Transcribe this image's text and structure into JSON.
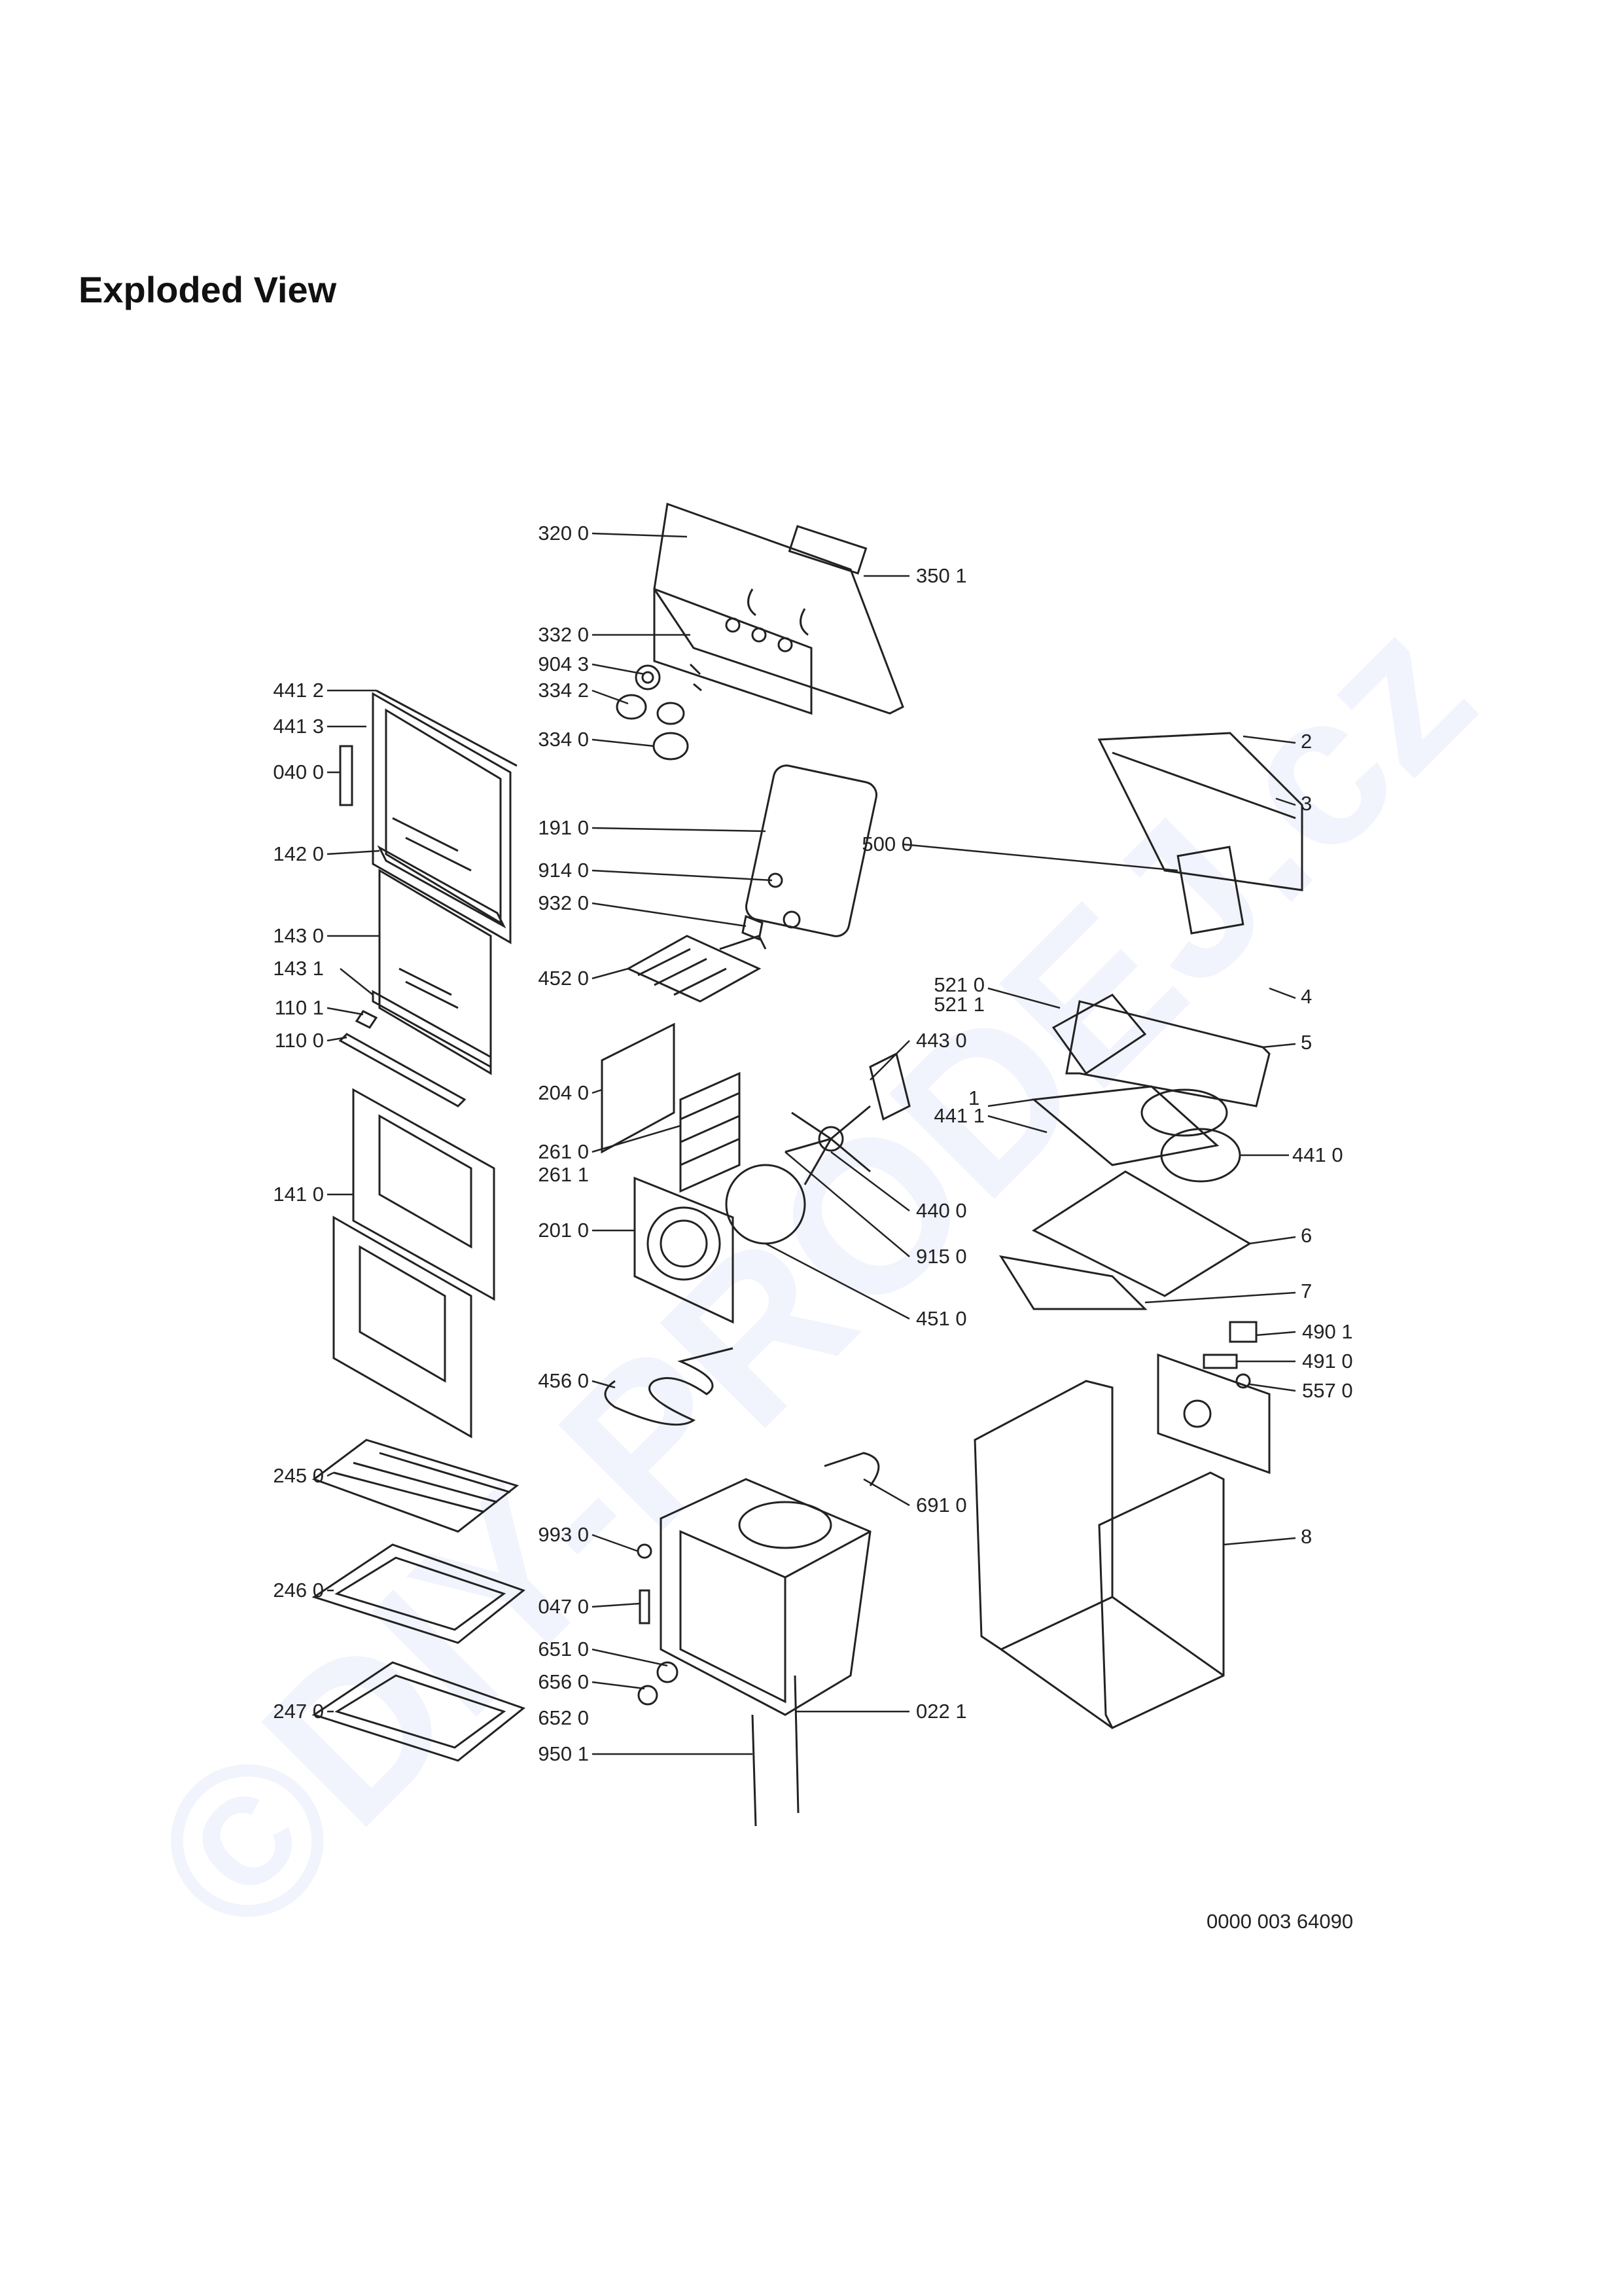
{
  "title": "Exploded View",
  "document_number": "0000 003 64090",
  "watermark": "©DIY-PRODEJ.cz",
  "colors": {
    "line": "#222222",
    "watermark": "#3c50e6"
  },
  "left_labels": [
    "441 2",
    "441 3",
    "040 0",
    "142 0",
    "143 0",
    "143 1",
    "110 1",
    "110 0",
    "141 0",
    "245 0",
    "246 0",
    "247 0"
  ],
  "center_labels": [
    "320 0",
    "332 0",
    "904 3",
    "334 2",
    "334 0",
    "191 0",
    "914 0",
    "932 0",
    "452 0",
    "204 0",
    "261 0",
    "261 1",
    "201 0",
    "456 0",
    "993 0",
    "047 0",
    "651 0",
    "656 0",
    "652 0",
    "950 1"
  ],
  "right_labels": [
    "350 1",
    "500 0",
    "521 0",
    "521 1",
    "443 0",
    "441 1",
    "440 0",
    "915 0",
    "451 0",
    "691 0",
    "022 1",
    "441 0",
    "490 1",
    "491 0",
    "557 0"
  ],
  "index_labels": [
    "2",
    "3",
    "4",
    "5",
    "1",
    "6",
    "7",
    "8"
  ]
}
